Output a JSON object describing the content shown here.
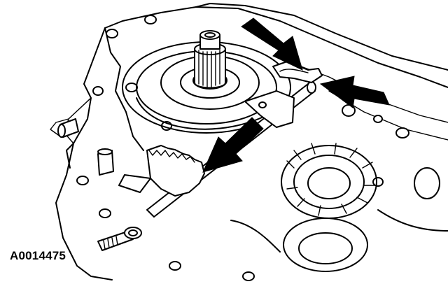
{
  "figure": {
    "id_label": "A0014475",
    "colors": {
      "line": "#000000",
      "background": "#ffffff",
      "arrow": "#000000"
    },
    "callouts": [
      {
        "name": "upper-arrow",
        "points_to": "shift-shaft-clip"
      },
      {
        "name": "right-arrow",
        "points_to": "shift-shaft-clip"
      },
      {
        "name": "lower-arrow",
        "points_to": "shift-fork"
      }
    ]
  }
}
